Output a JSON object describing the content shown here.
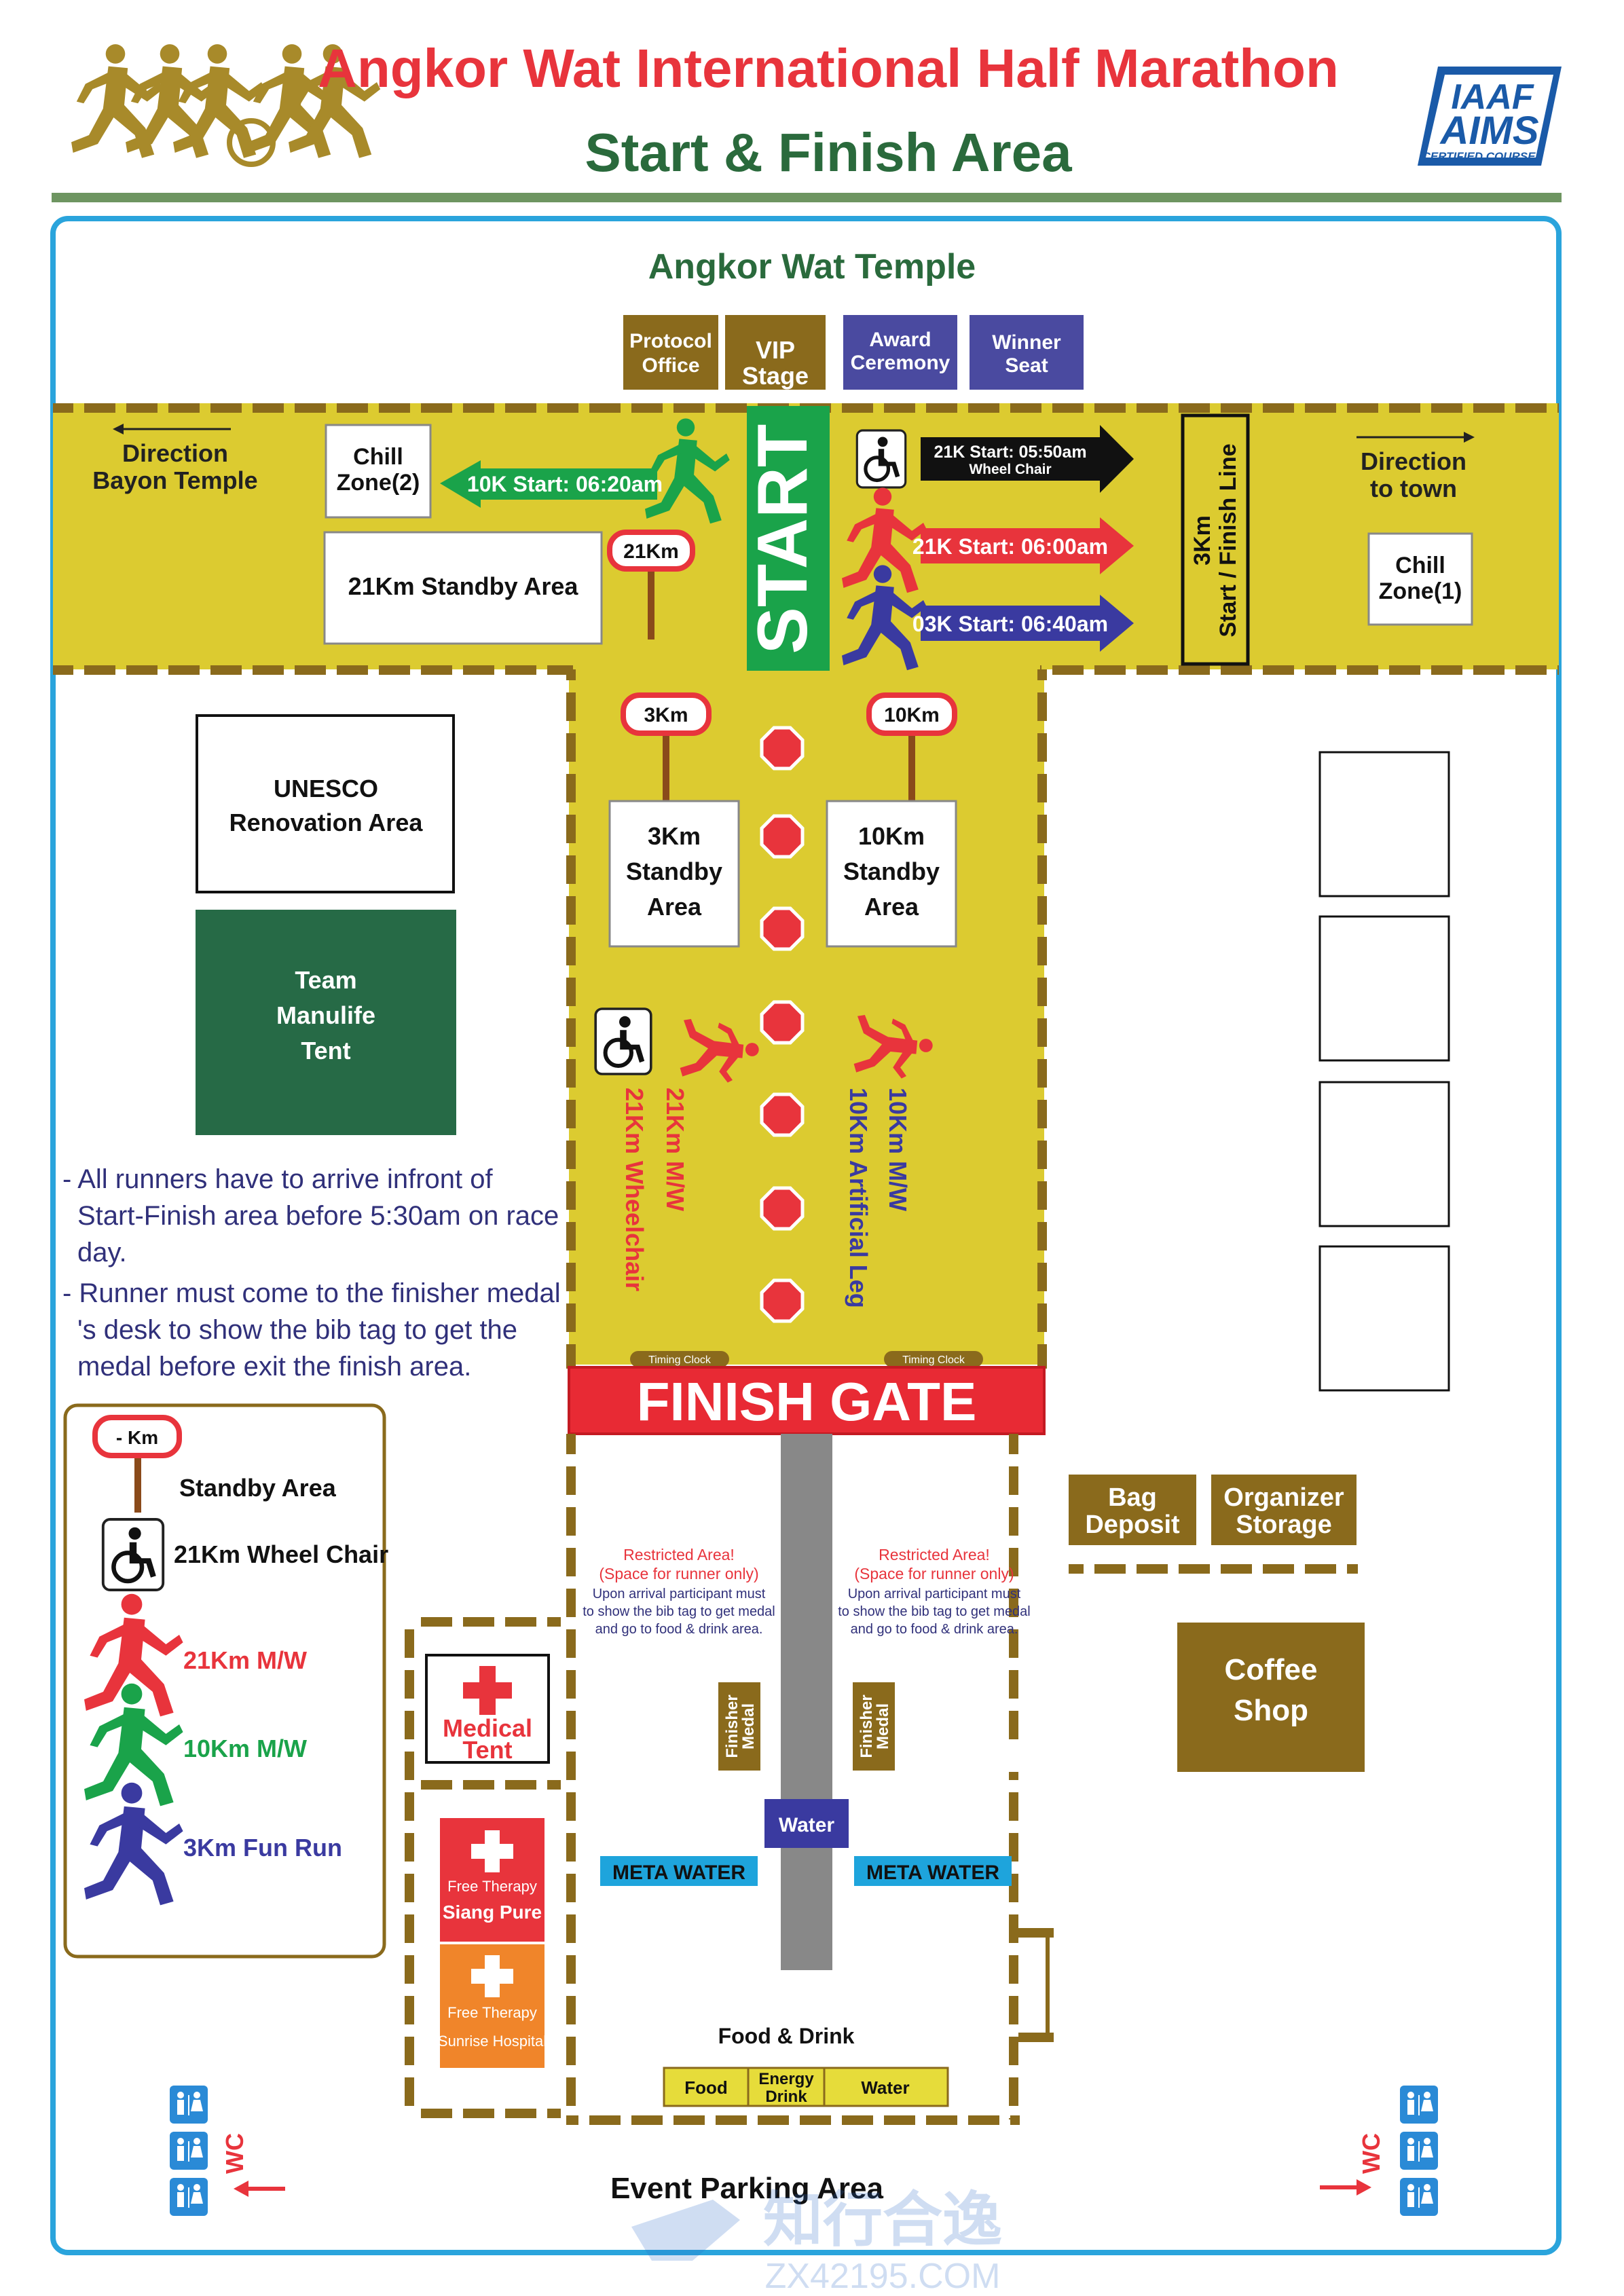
{
  "header": {
    "title": "Angkor Wat International Half Marathon",
    "subtitle": "Start & Finish Area",
    "badge": {
      "line1": "IAAF",
      "line2": "AIMS",
      "line3": "CERTIFIED COURSE"
    }
  },
  "map": {
    "temple": "Angkor Wat Temple",
    "top_boxes": [
      {
        "lines": [
          "Protocol",
          "Office"
        ],
        "color": "#8a6a1c"
      },
      {
        "lines": [
          "VIP",
          "Stage"
        ],
        "color": "#8a6a1c"
      },
      {
        "lines": [
          "Award",
          "Ceremony"
        ],
        "color": "#4a4aa0"
      },
      {
        "lines": [
          "Winner",
          "Seat"
        ],
        "color": "#4a4aa0"
      }
    ],
    "direction_left": [
      "Direction",
      "Bayon Temple"
    ],
    "direction_right": [
      "Direction",
      "to town"
    ],
    "chill_zone_2": [
      "Chill",
      "Zone(2)"
    ],
    "chill_zone_1": [
      "Chill",
      "Zone(1)"
    ],
    "start_10k": "10K Start: 06:20am",
    "start_21k_wc": [
      "21K Start: 05:50am",
      "Wheel Chair"
    ],
    "start_21k": "21K Start: 06:00am",
    "start_3k": "03K Start: 06:40am",
    "start_label": "START",
    "sign_21km": "21Km",
    "standby_21km": "21Km Standby Area",
    "start_finish_line": [
      "3Km",
      "Start / Finish Line"
    ],
    "sign_3km": "3Km",
    "sign_10km": "10Km",
    "standby_3km": [
      "3Km",
      "Standby",
      "Area"
    ],
    "standby_10km": [
      "10Km",
      "Standby",
      "Area"
    ],
    "unesco": [
      "UNESCO",
      "Renovation Area"
    ],
    "team_tent": [
      "Team",
      "Manulife",
      "Tent"
    ],
    "lane_left": [
      "21Km M/W",
      "21Km Wheelchair"
    ],
    "lane_right": [
      "10Km M/W",
      "10Km Artificial Leg"
    ],
    "timing_clock": "Timing Clock",
    "finish_gate": "FINISH GATE",
    "restricted": [
      "Restricted Area!",
      "(Space for runner only)",
      "Upon arrival participant must",
      "to show the bib tag to get medal",
      "and go to food & drink area."
    ],
    "finisher_medal": [
      "Finisher",
      "Medal"
    ],
    "water": "Water",
    "meta_water": "META WATER",
    "food_drink": "Food & Drink",
    "food_items": [
      [
        "Food"
      ],
      [
        "Energy",
        "Drink"
      ],
      [
        "Water"
      ]
    ],
    "bag_deposit": [
      "Bag",
      "Deposit"
    ],
    "organizer_storage": [
      "Organizer",
      "Storage"
    ],
    "coffee_shop": [
      "Coffee",
      "Shop"
    ],
    "medical_tent": [
      "Medical",
      "Tent"
    ],
    "therapy_1": [
      "Free Therapy",
      "Siang Pure"
    ],
    "therapy_2": [
      "Free Therapy",
      "Sunrise Hospital"
    ],
    "wc": "WC",
    "parking": "Event Parking Area"
  },
  "legend": {
    "sign": "- Km",
    "standby": "Standby Area",
    "wheelchair": "21Km Wheel Chair",
    "m21": "21Km M/W",
    "m10": "10Km M/W",
    "m3": "3Km Fun Run",
    "colors": {
      "red": "#e8343c",
      "green": "#1aa34a",
      "blue": "#3a3aa0"
    }
  },
  "notes": [
    "- All runners have to arrive infront of Start-Finish area before 5:30am on race day.",
    "- Runner must come to the finisher medal 's desk to show the bib tag to get the medal before exit the finish area."
  ],
  "watermark": {
    "brand": "知行合逸",
    "domain": "ZX42195.COM"
  }
}
